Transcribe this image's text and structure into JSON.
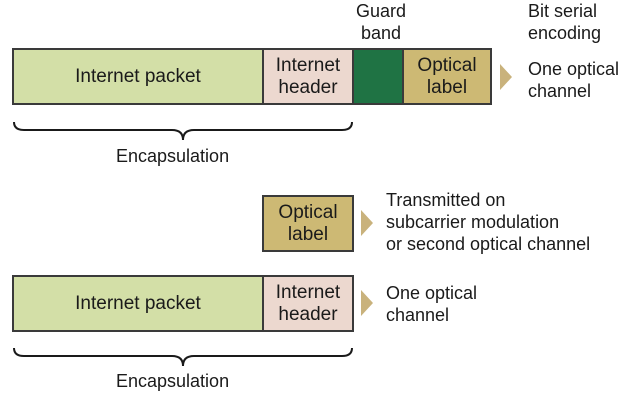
{
  "colors": {
    "packet": "#d3dfa7",
    "header": "#ecd8cf",
    "guard_band": "#1f7344",
    "optical_label": "#cdb974",
    "arrow": "#c9b27c"
  },
  "top": {
    "guard_band_caption": "Guard\nband",
    "bit_serial_caption": "Bit serial\nencoding",
    "packet_label": "Internet packet",
    "header_label": "Internet\nheader",
    "optical_label": "Optical\nlabel",
    "channel_text": "One optical\nchannel",
    "encapsulation": "Encapsulation"
  },
  "bottom": {
    "optical_label": "Optical\nlabel",
    "transmitted_text": "Transmitted on\nsubcarrier modulation\nor second optical channel",
    "packet_label": "Internet packet",
    "header_label": "Internet\nheader",
    "channel_text": "One optical\nchannel",
    "encapsulation": "Encapsulation"
  }
}
